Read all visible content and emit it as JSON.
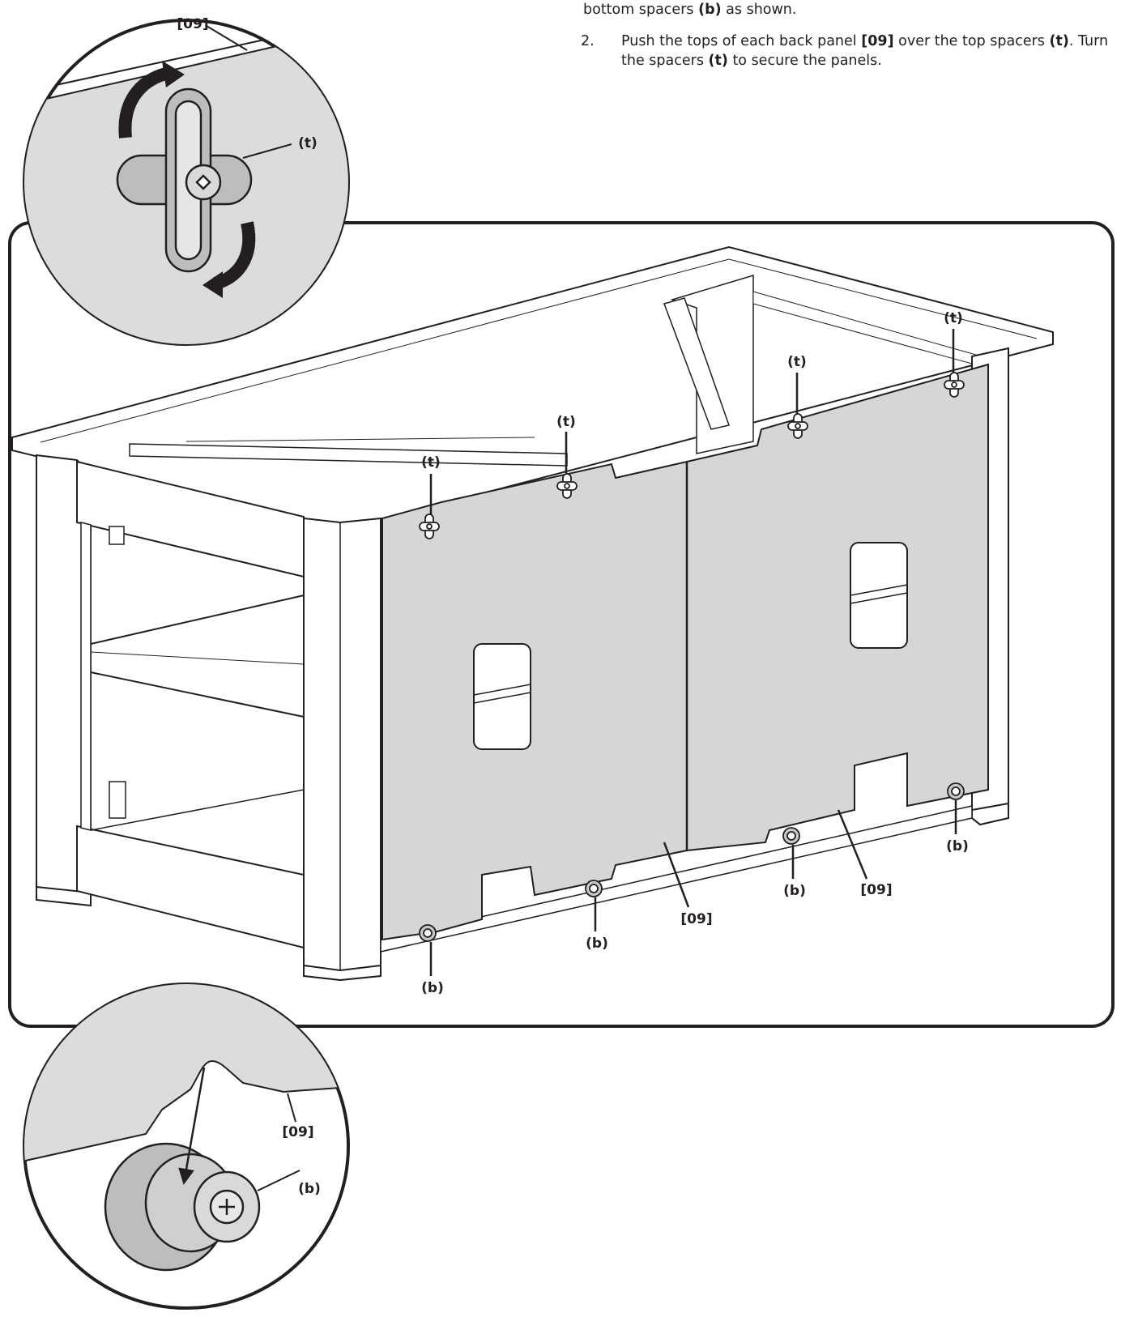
{
  "instructions": {
    "prev_line": {
      "pre": "bottom spacers ",
      "b": "(b)",
      "post": " as shown."
    },
    "step2": {
      "number": "2.",
      "parts": [
        "Push the tops of each back panel ",
        "[09]",
        " over the top spacers ",
        "(t)",
        ". Turn the spacers ",
        "(t)",
        " to secure the panels."
      ]
    }
  },
  "labels": {
    "panel": "[09]",
    "top_spacer": "(t)",
    "bottom_spacer": "(b)"
  },
  "colors": {
    "panel_fill": "#d6d6d6",
    "line": "#231f20",
    "zoom_bg": "#e4e4e4"
  }
}
